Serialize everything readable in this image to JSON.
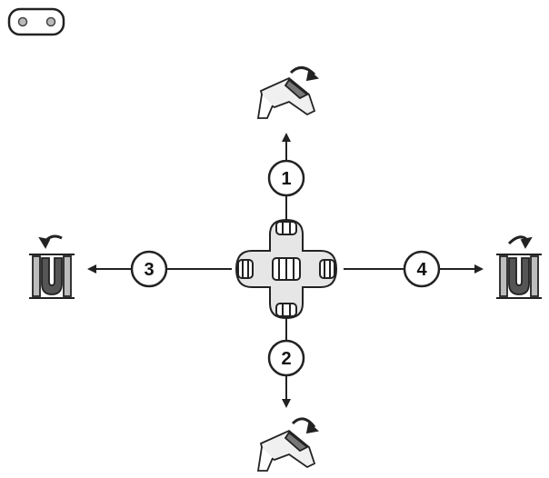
{
  "callouts": [
    {
      "id": "1",
      "label": "1",
      "direction": "up"
    },
    {
      "id": "2",
      "label": "2",
      "direction": "down"
    },
    {
      "id": "3",
      "label": "3",
      "direction": "left"
    },
    {
      "id": "4",
      "label": "4",
      "direction": "right"
    }
  ],
  "icons": {
    "top_left": "connector-icon",
    "center": "four-way-joystick-icon",
    "up": "tilt-up-icon",
    "down": "tilt-down-icon",
    "left": "slide-left-icon",
    "right": "slide-right-icon"
  },
  "colors": {
    "line": "#222222",
    "fill_light": "#e6e6e6",
    "fill_mid": "#bdbdbd",
    "fill_dark": "#555555",
    "background": "#ffffff"
  }
}
